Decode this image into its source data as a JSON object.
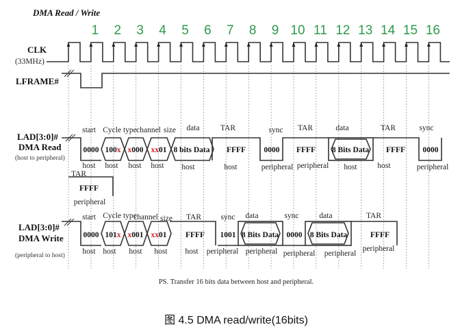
{
  "title": "DMA Read / Write",
  "cycle_numbers": [
    "1",
    "2",
    "3",
    "4",
    "5",
    "6",
    "7",
    "8",
    "9",
    "10",
    "11",
    "12",
    "13",
    "14",
    "15",
    "16"
  ],
  "clk": {
    "name": "CLK",
    "freq": "(33MHz)"
  },
  "lframe": {
    "name": "LFRAME#"
  },
  "read": {
    "name": "LAD[3:0]#",
    "subtitle": "DMA Read",
    "direction": "(host to peripheral)",
    "phases": [
      "start",
      "Cycle type",
      "channel",
      "size",
      "data",
      "TAR",
      "sync",
      "TAR",
      "data",
      "TAR",
      "sync"
    ],
    "values": [
      {
        "black": "0000",
        "red": ""
      },
      {
        "black": "100",
        "red": "x",
        "red_first": false
      },
      {
        "black": "000",
        "red": "x",
        "red_first": true
      },
      {
        "black": "01",
        "red": "xx",
        "red_first": true
      },
      {
        "black": "8 bits Data",
        "red": ""
      },
      {
        "black": "FFFF",
        "red": ""
      },
      {
        "black": "0000",
        "red": ""
      },
      {
        "black": "FFFF",
        "red": ""
      },
      {
        "black": "8 Bits Data",
        "red": ""
      },
      {
        "black": "FFFF",
        "red": ""
      },
      {
        "black": "0000",
        "red": ""
      }
    ],
    "owners": [
      "host",
      "host",
      "host",
      "host",
      "host",
      "host",
      "peripheral",
      "peripheral",
      "host",
      "host",
      "peripheral"
    ],
    "alt_tar": {
      "phase": "TAR",
      "value": "FFFF",
      "owner": "peripheral"
    }
  },
  "write": {
    "name": "LAD[3:0]#",
    "subtitle": "DMA Write",
    "direction": "(peripheral to host)",
    "phases": [
      "start",
      "Cycle type",
      "channel",
      "size",
      "TAR",
      "sync",
      "data",
      "sync",
      "data",
      "TAR"
    ],
    "values": [
      {
        "black": "0000",
        "red": ""
      },
      {
        "black": "101",
        "red": "x",
        "red_first": false
      },
      {
        "black": "001",
        "red": "x",
        "red_first": true
      },
      {
        "black": "01",
        "red": "xx",
        "red_first": true
      },
      {
        "black": "FFFF",
        "red": ""
      },
      {
        "black": "1001",
        "red": ""
      },
      {
        "black": "8 Bits Data",
        "red": ""
      },
      {
        "black": "0000",
        "red": ""
      },
      {
        "black": "8 Bits Data",
        "red": ""
      },
      {
        "black": "FFFF",
        "red": ""
      }
    ],
    "owners": [
      "host",
      "host",
      "host",
      "host",
      "host",
      "peripheral",
      "peripheral",
      "peripheral",
      "peripheral",
      "peripheral"
    ]
  },
  "note": "PS. Transfer 16 bits data between host and peripheral.",
  "caption": "图 4.5 DMA read/write(16bits)"
}
